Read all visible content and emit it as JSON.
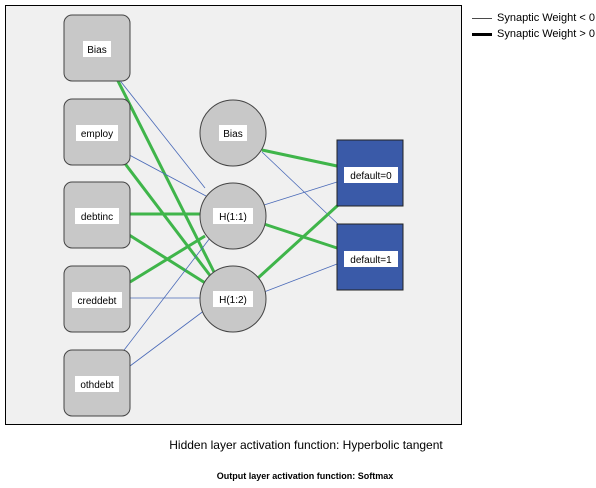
{
  "legend": {
    "negative_label": "Synaptic Weight < 0",
    "positive_label": "Synaptic Weight > 0"
  },
  "colors": {
    "negative": "#4a6ab8",
    "positive": "#3fb54a",
    "panel_bg": "#f0f0f0",
    "input_node": "#c8c8c8",
    "output_node": "#3a5aa8"
  },
  "nodes": {
    "inputs": [
      "Bias",
      "employ",
      "debtinc",
      "creddebt",
      "othdebt"
    ],
    "hidden": [
      "Bias",
      "H(1:1)",
      "H(1:2)"
    ],
    "outputs": [
      "default=0",
      "default=1"
    ]
  },
  "connections": [
    {
      "from": "in0",
      "to": "h1",
      "sign": "neg",
      "strength": 1
    },
    {
      "from": "in0",
      "to": "h2",
      "sign": "pos",
      "strength": 2
    },
    {
      "from": "in1",
      "to": "h1",
      "sign": "neg",
      "strength": 1
    },
    {
      "from": "in1",
      "to": "h2",
      "sign": "pos",
      "strength": 2
    },
    {
      "from": "in2",
      "to": "h1",
      "sign": "pos",
      "strength": 2
    },
    {
      "from": "in2",
      "to": "h2",
      "sign": "pos",
      "strength": 2
    },
    {
      "from": "in3",
      "to": "h1",
      "sign": "pos",
      "strength": 2
    },
    {
      "from": "in3",
      "to": "h2",
      "sign": "neg",
      "strength": 1
    },
    {
      "from": "in4",
      "to": "h1",
      "sign": "neg",
      "strength": 1
    },
    {
      "from": "in4",
      "to": "h2",
      "sign": "neg",
      "strength": 1
    },
    {
      "from": "hb",
      "to": "o0",
      "sign": "pos",
      "strength": 2
    },
    {
      "from": "hb",
      "to": "o1",
      "sign": "neg",
      "strength": 1
    },
    {
      "from": "h1",
      "to": "o0",
      "sign": "neg",
      "strength": 1
    },
    {
      "from": "h1",
      "to": "o1",
      "sign": "pos",
      "strength": 2
    },
    {
      "from": "h2",
      "to": "o0",
      "sign": "pos",
      "strength": 2
    },
    {
      "from": "h2",
      "to": "o1",
      "sign": "neg",
      "strength": 1
    }
  ],
  "footer": {
    "hidden_activation": "Hidden layer activation function: Hyperbolic tangent",
    "output_activation": "Output layer activation function: Softmax"
  }
}
